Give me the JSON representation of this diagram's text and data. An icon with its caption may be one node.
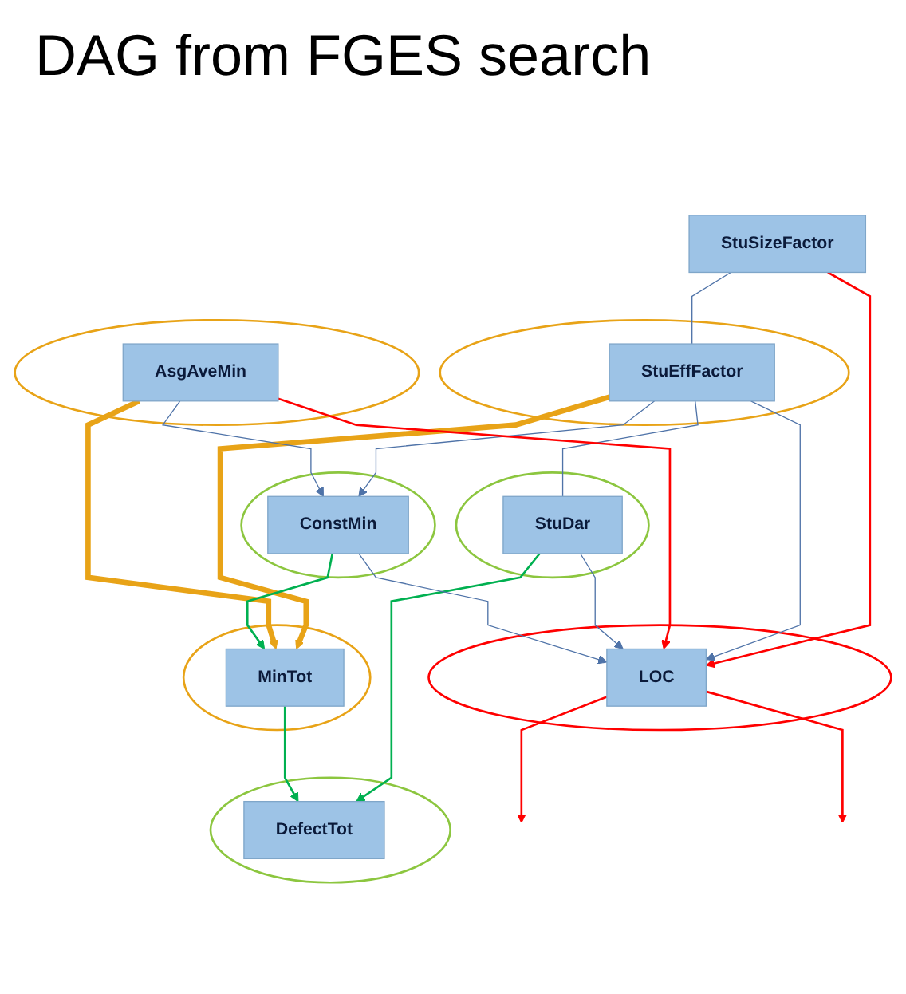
{
  "diagram": {
    "title": "DAG from FGES search",
    "nodes": [
      {
        "text": [
          "StuSizeFactor"
        ]
      },
      {
        "text": [],
        "shape": "circle"
      },
      {
        "text": [
          "StuEffFactor"
        ],
        "in": 1
      },
      {
        "text": [],
        "shape": "circle"
      },
      {
        "text": [
          "AsgAveMin"
        ],
        "in": 3
      },
      {
        "text": [],
        "shape": "circle"
      },
      {
        "text": [
          "StuDar"
        ],
        "in": 5
      },
      {
        "text": [],
        "shape": "circle"
      },
      {
        "text": [
          "LOC"
        ],
        "in": 7
      },
      {
        "text": [],
        "shape": "circle"
      },
      {
        "text": [
          "ConstMin"
        ],
        "in": 9
      },
      {
        "text": [],
        "shape": "circle"
      },
      {
        "text": [
          "DefectTot"
        ],
        "in": 11
      },
      {
        "text": [],
        "shape": "circle"
      },
      {
        "text": [
          "MinTot"
        ],
        "in": 13
      }
    ],
    "edges": [
      {
        "from": 0,
        "to": 2,
        "arrow": "none"
      },
      {
        "from": 0,
        "to": 8,
        "arrow": "to",
        "color": "#ff0000"
      },
      {
        "from": 8,
        "to": null,
        "arrow": "to",
        "color": "#ff0000"
      },
      {
        "from": 2,
        "to": 8,
        "arrow": "to"
      },
      {
        "from": 2,
        "to": 6,
        "arrow": "none"
      },
      {
        "from": 2,
        "to": 10,
        "arrow": "to"
      },
      {
        "from": 2,
        "to": 14,
        "arrow": "to",
        "style": "thick",
        "color": "#e8a317"
      },
      {
        "from": 4,
        "to": 8,
        "arrow": "to",
        "color": "#ff0000"
      },
      {
        "from": 8,
        "to": null,
        "arrow": "to",
        "color": "#ff0000"
      },
      {
        "from": 4,
        "to": 10,
        "arrow": "to"
      },
      {
        "from": 4,
        "to": 14,
        "arrow": "to",
        "style": "thick",
        "color": "#e8a317"
      },
      {
        "from": 6,
        "to": 8,
        "arrow": "to"
      },
      {
        "from": 6,
        "to": 12,
        "arrow": "to",
        "color": "#00b050"
      },
      {
        "from": 10,
        "to": 8,
        "arrow": "to"
      },
      {
        "from": 10,
        "to": 14,
        "arrow": "to",
        "color": "#00b050"
      },
      {
        "from": 14,
        "to": 12,
        "arrow": "to",
        "color": "#00b050"
      }
    ]
  }
}
